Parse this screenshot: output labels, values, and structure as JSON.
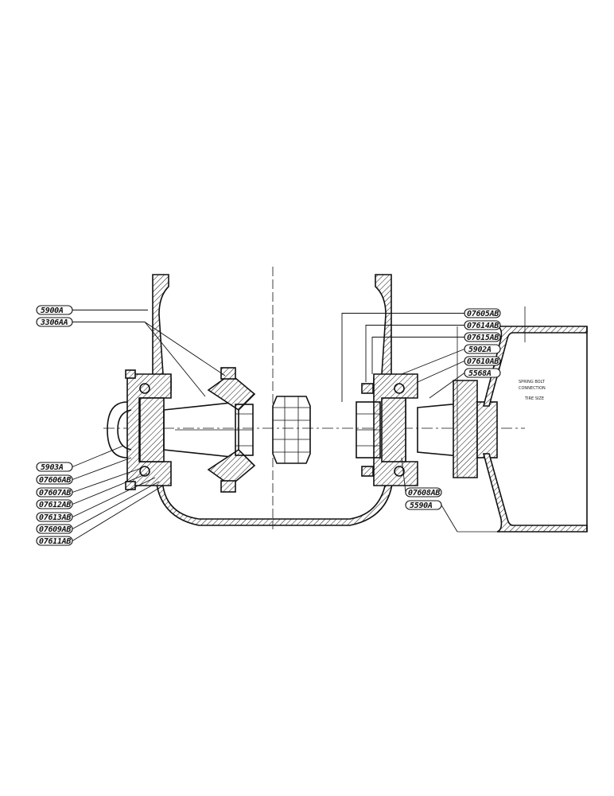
{
  "labels_left": [
    "5900A",
    "3306AA",
    "5903A",
    "07606AB",
    "07607AB",
    "07612AB",
    "07613AB",
    "07609AB",
    "07611AB"
  ],
  "labels_right": [
    "07605AB",
    "07614AB",
    "07615AB",
    "5902A",
    "07610AB",
    "5568A"
  ],
  "labels_lower_right": [
    "07608AB",
    "5590A"
  ]
}
